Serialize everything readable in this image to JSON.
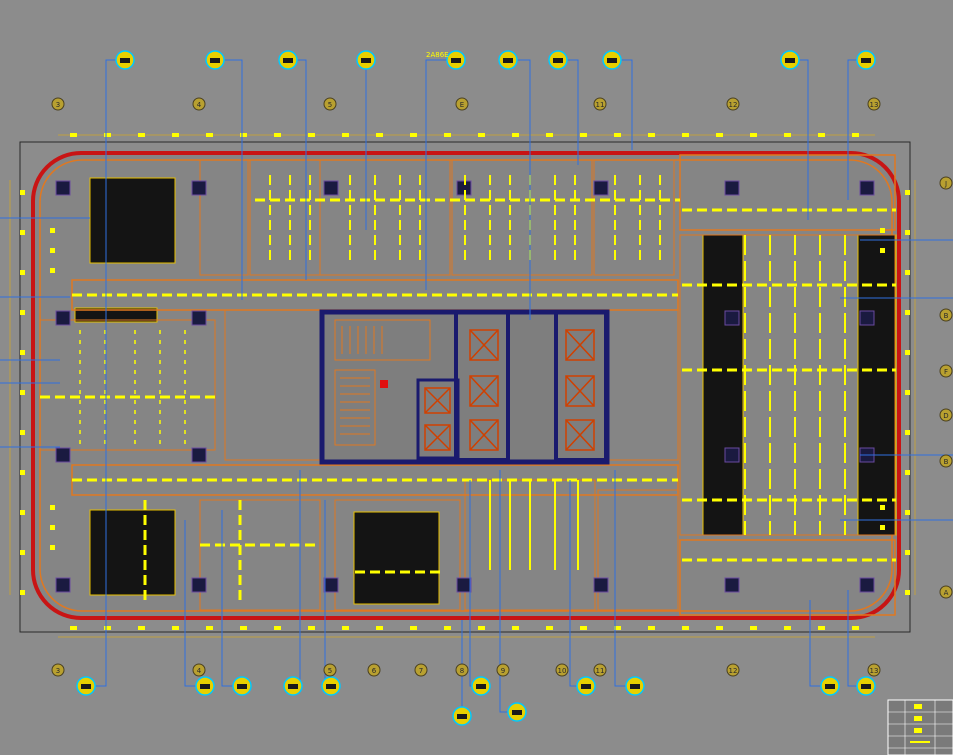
{
  "drawing": {
    "background": "#8c8c8c",
    "colors": {
      "outer_wall": "#c81414",
      "wall": "#e07820",
      "core": "#1a1a6e",
      "column": "#1a1a40",
      "light": "#ffff00",
      "light_dim": "#d8a000",
      "bubble": "#b8a030",
      "leader": "#2f6fe0",
      "sprinkler": "#00c8ff",
      "dense": "#141414"
    },
    "grid_top": [
      "3",
      "4",
      "5",
      "E",
      "11",
      "12",
      "13"
    ],
    "grid_bottom": [
      "3",
      "4",
      "5",
      "6",
      "7",
      "8",
      "9",
      "10",
      "11",
      "12",
      "13"
    ],
    "grid_right": [
      "J",
      "B",
      "F",
      "D",
      "B",
      "A"
    ],
    "top_tag_text": "2A86E"
  }
}
